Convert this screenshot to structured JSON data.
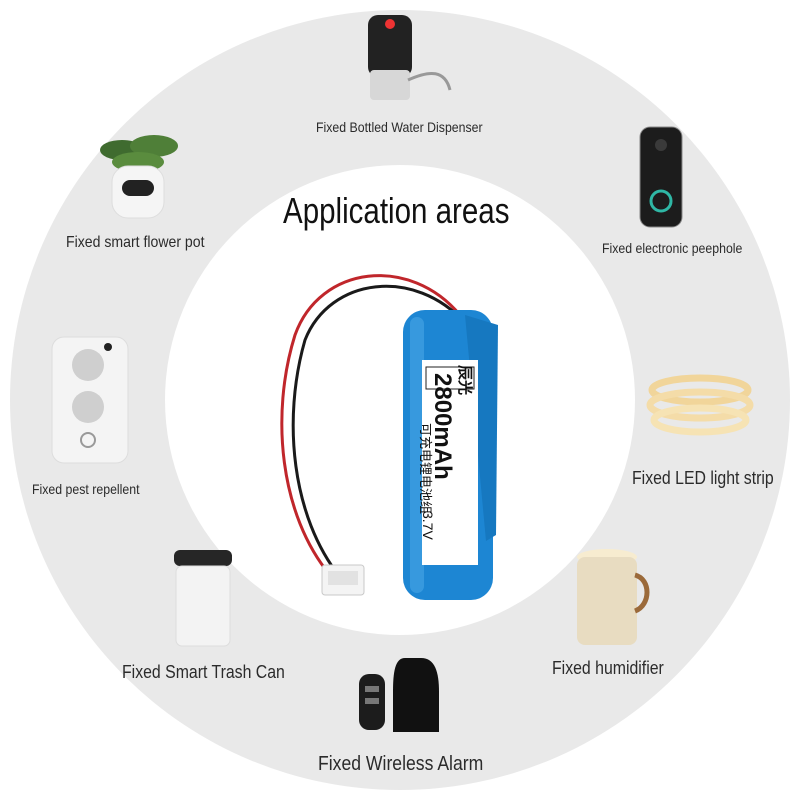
{
  "title": "Application areas",
  "battery": {
    "brand": "辰光",
    "capacity": "2800mAh",
    "description": "可充电锂电池组",
    "voltage": "3.7V"
  },
  "applications": [
    {
      "label": "Fixed Bottled Water Dispenser",
      "icon": "water-dispenser-icon"
    },
    {
      "label": "Fixed smart flower pot",
      "icon": "flower-pot-icon"
    },
    {
      "label": "Fixed electronic peephole",
      "icon": "peephole-icon"
    },
    {
      "label": "Fixed pest repellent",
      "icon": "pest-repellent-icon"
    },
    {
      "label": "Fixed LED light strip",
      "icon": "led-strip-icon"
    },
    {
      "label": "Fixed Smart Trash Can",
      "icon": "trash-can-icon"
    },
    {
      "label": "Fixed humidifier",
      "icon": "humidifier-icon"
    },
    {
      "label": "Fixed Wireless Alarm",
      "icon": "wireless-alarm-icon"
    }
  ]
}
